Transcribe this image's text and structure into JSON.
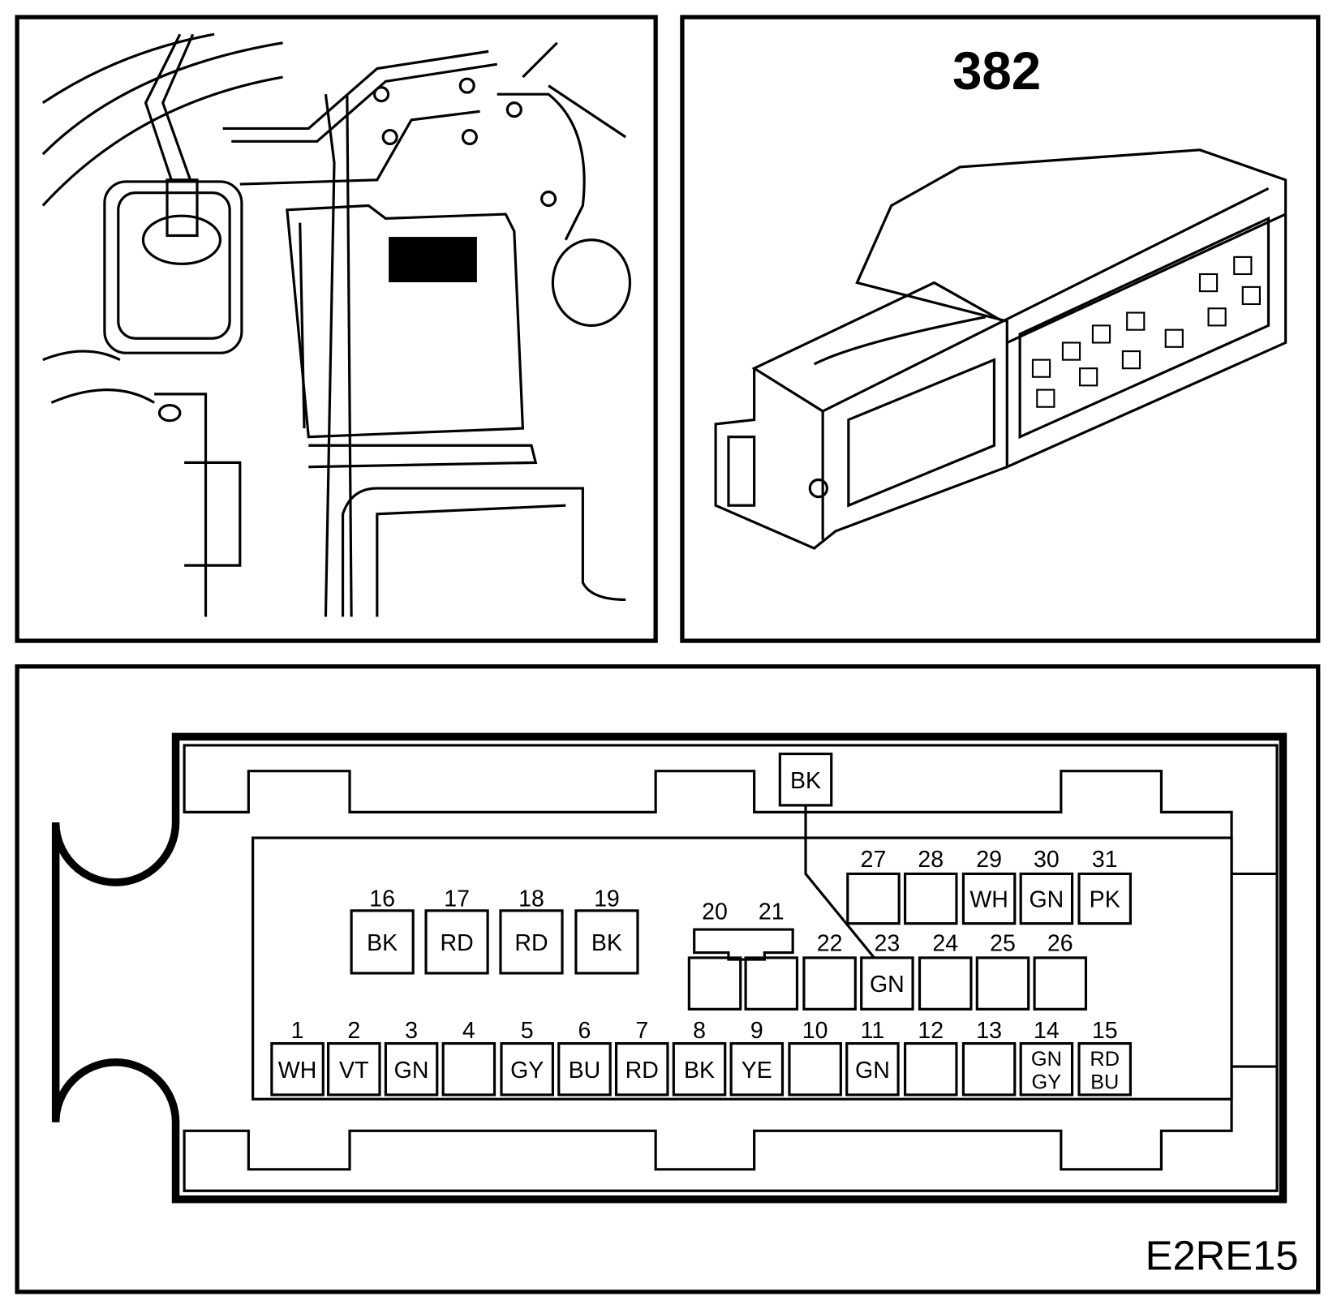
{
  "connector_number": "382",
  "figure_code": "E2RE15",
  "ground_wire": {
    "label": "BK",
    "connects_to_pin": 23
  },
  "pins": [
    {
      "n": "1",
      "color": "WH"
    },
    {
      "n": "2",
      "color": "VT"
    },
    {
      "n": "3",
      "color": "GN"
    },
    {
      "n": "4",
      "color": ""
    },
    {
      "n": "5",
      "color": "GY"
    },
    {
      "n": "6",
      "color": "BU"
    },
    {
      "n": "7",
      "color": "RD"
    },
    {
      "n": "8",
      "color": "BK"
    },
    {
      "n": "9",
      "color": "YE"
    },
    {
      "n": "10",
      "color": ""
    },
    {
      "n": "11",
      "color": "GN"
    },
    {
      "n": "12",
      "color": ""
    },
    {
      "n": "13",
      "color": ""
    },
    {
      "n": "14",
      "color": "GN GY"
    },
    {
      "n": "15",
      "color": "RD BU"
    },
    {
      "n": "16",
      "color": "BK"
    },
    {
      "n": "17",
      "color": "RD"
    },
    {
      "n": "18",
      "color": "RD"
    },
    {
      "n": "19",
      "color": "BK"
    },
    {
      "n": "20",
      "color": ""
    },
    {
      "n": "21",
      "color": ""
    },
    {
      "n": "22",
      "color": ""
    },
    {
      "n": "23",
      "color": "GN"
    },
    {
      "n": "24",
      "color": ""
    },
    {
      "n": "25",
      "color": ""
    },
    {
      "n": "26",
      "color": ""
    },
    {
      "n": "27",
      "color": ""
    },
    {
      "n": "28",
      "color": ""
    },
    {
      "n": "29",
      "color": "WH"
    },
    {
      "n": "30",
      "color": "GN"
    },
    {
      "n": "31",
      "color": "PK"
    }
  ]
}
